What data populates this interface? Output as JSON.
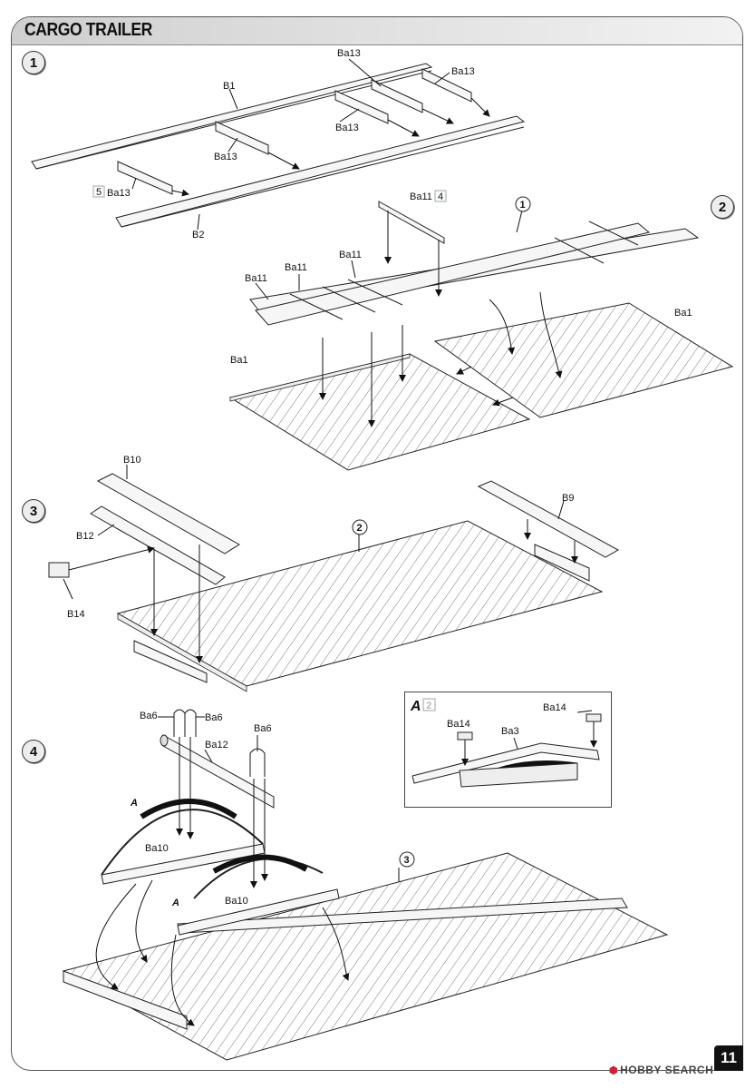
{
  "header": {
    "title": "CARGO TRAILER"
  },
  "steps": [
    "1",
    "2",
    "3",
    "4"
  ],
  "step_refs": {
    "s2": "1",
    "s3": "2",
    "s4": "3"
  },
  "labels": {
    "s1": {
      "b1": "B1",
      "b2": "B2",
      "ba13_a": "Ba13",
      "ba13_b": "Ba13",
      "ba13_c": "Ba13",
      "ba13_d": "Ba13",
      "ba13_e": "Ba13",
      "qty5": "5"
    },
    "s2": {
      "ba11_top": "Ba11",
      "qty4": "4",
      "ba11_a": "Ba11",
      "ba11_b": "Ba11",
      "ba11_c": "Ba11",
      "ba1_left": "Ba1",
      "ba1_right": "Ba1"
    },
    "s3": {
      "b10": "B10",
      "b12": "B12",
      "b14": "B14",
      "b9": "B9"
    },
    "s4": {
      "ba6_a": "Ba6",
      "ba6_b": "Ba6",
      "ba6_c": "Ba6",
      "ba12": "Ba12",
      "ba10_a": "Ba10",
      "ba10_b": "Ba10",
      "a1": "A",
      "a2": "A"
    },
    "inset": {
      "title": "A",
      "qty2": "2",
      "ba14_a": "Ba14",
      "ba14_b": "Ba14",
      "ba3": "Ba3"
    }
  },
  "footer": {
    "page_number": "11",
    "watermark": "HOBBY SEARCH"
  }
}
